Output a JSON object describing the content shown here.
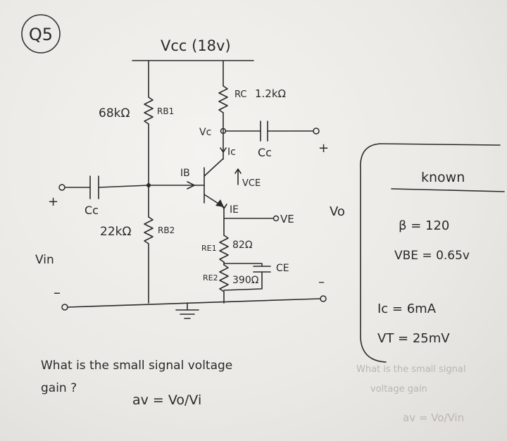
{
  "question_badge": "Q5",
  "supply_label": "Vcc (18v)",
  "components": {
    "rb1_value": "68kΩ",
    "rb1_name": "RB1",
    "rc_name": "RC",
    "rc_value": "1.2kΩ",
    "vc_label": "Vc",
    "cc_out_label": "Cc",
    "ic_label": "Ic",
    "ib_label": "IB",
    "vce_label": "VCE",
    "ie_label": "IE",
    "ve_label": "VE",
    "cc_in_label": "Cc",
    "rb2_value": "22kΩ",
    "rb2_name": "RB2",
    "re1_name": "RE1",
    "re1_value": "82Ω",
    "re2_name": "RE2",
    "re2_value": "390Ω",
    "ce_label": "CE"
  },
  "terminals": {
    "vin_label": "Vin",
    "in_plus": "+",
    "in_minus": "–",
    "out_plus": "+",
    "out_minus": "–",
    "vo_label": "Vo"
  },
  "known_panel": {
    "heading": "known",
    "beta": "β = 120",
    "vbe": "VBE = 0.65v",
    "ic": "Ic = 6mA",
    "vt": "VT = 25mV"
  },
  "question": {
    "line1": "What is the small signal voltage",
    "line2": "gain ?",
    "formula": "av = Vo/Vi"
  },
  "bleed_through": {
    "line1": "What is the small signal",
    "line2": "voltage gain",
    "line3": "av = Vo/Vin"
  }
}
